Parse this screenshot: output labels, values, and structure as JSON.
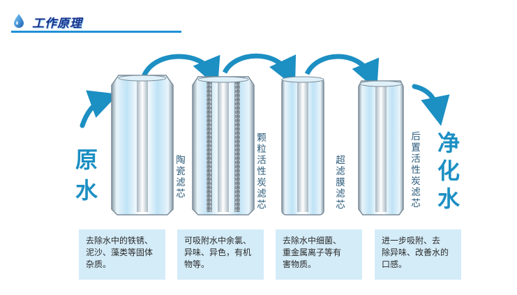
{
  "header": {
    "title": "工作原理",
    "icon": "water-drop-icon"
  },
  "inlet_label": [
    "原",
    "水"
  ],
  "outlet_label": [
    "净",
    "化",
    "水"
  ],
  "filters": [
    {
      "name": [
        "陶",
        "瓷",
        "滤",
        "芯"
      ],
      "description": [
        "去除水中的铁锈、",
        "泥沙、藻类等固体",
        "杂质。"
      ]
    },
    {
      "name": [
        "颗",
        "粒",
        "活",
        "性",
        "炭",
        "滤",
        "芯"
      ],
      "description": [
        "可吸附水中余氯、",
        "异味、异色，有机",
        "物等。"
      ]
    },
    {
      "name": [
        "超",
        "滤",
        "膜",
        "滤",
        "芯"
      ],
      "description": [
        "去除水中细菌、",
        "重金属离子等有",
        "害物质。"
      ]
    },
    {
      "name": [
        "后",
        "置",
        "活",
        "性",
        "炭",
        "滤",
        "芯"
      ],
      "description": [
        "进一步吸附、去",
        "除异味、改善水的",
        "口感。"
      ]
    }
  ],
  "colors": {
    "accent": "#1c8fc3",
    "header_text": "#1a2f8c",
    "rule": "#1e90d6",
    "caption_bg": "#d4ecf8"
  }
}
